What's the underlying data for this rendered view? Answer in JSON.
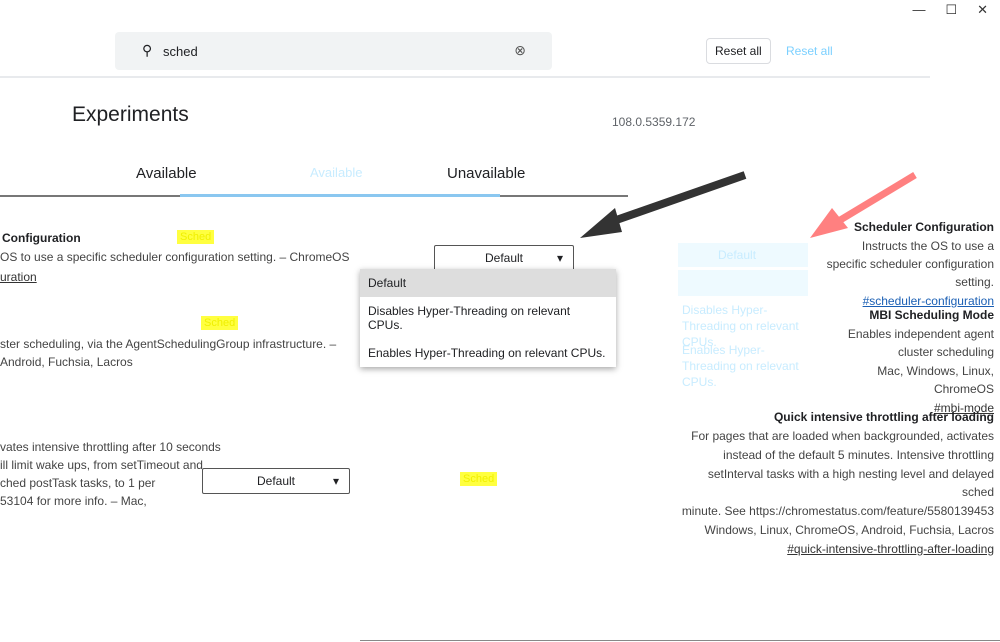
{
  "window": {
    "minimize": "—",
    "maximize": "☐",
    "close": "✕"
  },
  "search": {
    "icon": "search-icon",
    "value": "sched",
    "clear_icon": "clear-icon"
  },
  "header": {
    "reset_all": "Reset all",
    "reset_all_ghost": "Reset all",
    "title": "Experiments",
    "version": "108.0.5359.172"
  },
  "tabs": [
    {
      "label": "Available"
    },
    {
      "label": "Available"
    },
    {
      "label": "Unavailable"
    }
  ],
  "flags_left": [
    {
      "title": "Configuration",
      "highlight": "Sched",
      "desc": "OS to use a specific scheduler configuration setting. – ChromeOS",
      "link": "uration",
      "select": "Default"
    },
    {
      "highlight": "Sched",
      "desc": "ster scheduling, via the AgentSchedulingGroup infrastructure. –",
      "desc2": "Android, Fuchsia, Lacros"
    },
    {
      "desc_lines": [
        "vates intensive throttling after 10 seconds",
        "ill limit wake ups, from setTimeout and",
        "ched postTask tasks, to 1 per",
        "53104 for more info. – Mac,"
      ],
      "select": "Default",
      "highlight": "Sched"
    }
  ],
  "dropdown": {
    "options": [
      "Default",
      "Disables Hyper-Threading on relevant CPUs.",
      "Enables Hyper-Threading on relevant CPUs."
    ],
    "selected": 0
  },
  "ghost": {
    "select": "Default",
    "options": [
      "Disables Hyper-Threading on relevant CPUs.",
      "Enables Hyper-Threading on relevant CPUs."
    ]
  },
  "flags_right": [
    {
      "title": "Scheduler Configuration",
      "desc": "Instructs the OS to use a specific scheduler configuration setting.",
      "link": "#scheduler-configuration"
    },
    {
      "title": "MBI Scheduling Mode",
      "desc": "Enables independent agent cluster scheduling",
      "platforms": "Mac, Windows, Linux, ChromeOS",
      "link": "#mbi-mode"
    },
    {
      "title": "Quick intensive throttling after loading",
      "desc_lines": [
        "For pages that are loaded when backgrounded, activates",
        "instead of the default 5 minutes. Intensive throttling",
        "setInterval tasks with a high nesting level and delayed sched",
        "minute. See https://chromestatus.com/feature/5580139453"
      ],
      "platforms": "Windows, Linux, ChromeOS, Android, Fuchsia, Lacros",
      "link": "#quick-intensive-throttling-after-loading"
    }
  ],
  "colors": {
    "highlight": "#ffff40",
    "accent": "#8ac7f0",
    "arrow_dark": "#333333",
    "arrow_pink": "#ff8080"
  }
}
